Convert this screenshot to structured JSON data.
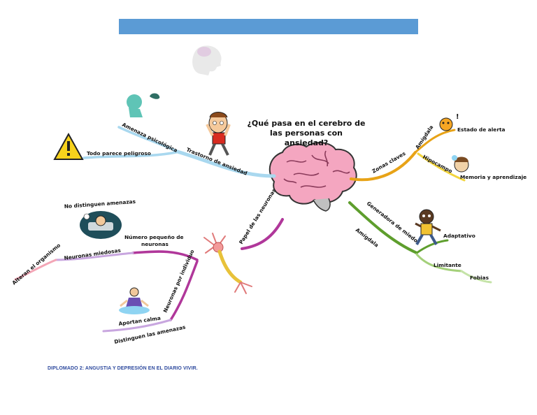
{
  "header": {
    "bar_color": "#5b9bd5"
  },
  "central": {
    "title_lines": [
      "¿Qué pasa en el cerebro de",
      "las personas con",
      "ansiedad?"
    ],
    "icon": "brain-icon"
  },
  "branches": {
    "trastorno": {
      "label": "Trastorno de ansiedad",
      "amenaza": "Amenaza psicológica",
      "todo": "Todo parece peligroso",
      "icons": [
        "anxious-person-icon",
        "thinking-head-icon",
        "warning-sign-icon"
      ]
    },
    "zonas": {
      "label": "Zonas claves",
      "amigdala": "Amígdala",
      "estado": "Estado de alerta",
      "hipocampo": "Hipocampo",
      "memoria": "Memoria y aprendizaje"
    },
    "generadora": {
      "label": "Generadora de miedo",
      "amigdala": "Amígdala",
      "adaptativo": "Adaptativo",
      "limitante": "Limitante",
      "fobias": "Fobias"
    },
    "papel": {
      "label": "Papel de las neuronas",
      "numero_lines": [
        "Número pequeño de",
        "neuronas"
      ],
      "miedosas": "Neuronas miedosas",
      "no_distinguen": "No distinguen amenazas",
      "alteran": "Alteran el organismo",
      "por_individuo": "Neuronas por individuo",
      "aportan": "Aportan calma",
      "distinguen": "Distinguen las amenazas"
    }
  },
  "colors": {
    "trastorno": "#a9d8ef",
    "zonas": "#e8a317",
    "hipocampo": "#f2d43d",
    "generadora": "#5e9e2d",
    "generadora_light": "#a4d07a",
    "papel": "#b0379a",
    "papel_light": "#c8a6df",
    "alteran": "#f3a6b6",
    "brain": "#f4a6c0"
  },
  "footer": "DIPLOMADO 2: ANGUSTIA Y DEPRESIÓN EN EL DIARIO VIVIR."
}
